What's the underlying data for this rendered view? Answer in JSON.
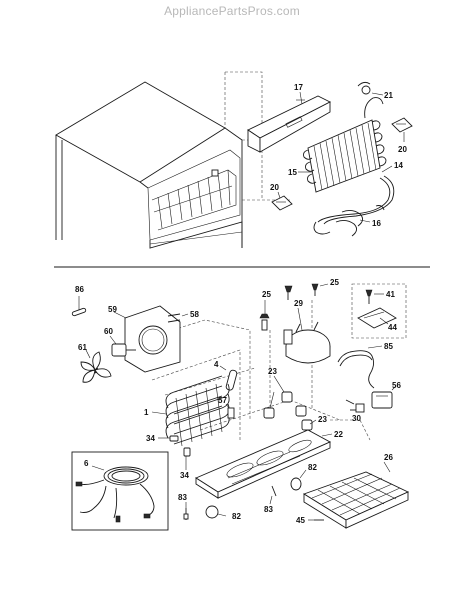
{
  "watermark": "AppliancePartsPros.com",
  "callouts": {
    "c17": "17",
    "c21": "21",
    "c20a": "20",
    "c14": "14",
    "c15": "15",
    "c20b": "20",
    "c16": "16",
    "c86": "86",
    "c59": "59",
    "c58": "58",
    "c60": "60",
    "c61": "61",
    "c25a": "25",
    "c25b": "25",
    "c29": "29",
    "c41": "41",
    "c44": "44",
    "c85": "85",
    "c4": "4",
    "c23a": "23",
    "c23b": "23",
    "c56": "56",
    "c1": "1",
    "c57": "57",
    "c30": "30",
    "c34a": "34",
    "c22": "22",
    "c34b": "34",
    "c6": "6",
    "c26": "26",
    "c82a": "82",
    "c83a": "83",
    "c83b": "83",
    "c82b": "82",
    "c45": "45"
  },
  "colors": {
    "line": "#1a1a1a",
    "watermark": "#b8b8b8",
    "background": "#ffffff"
  }
}
